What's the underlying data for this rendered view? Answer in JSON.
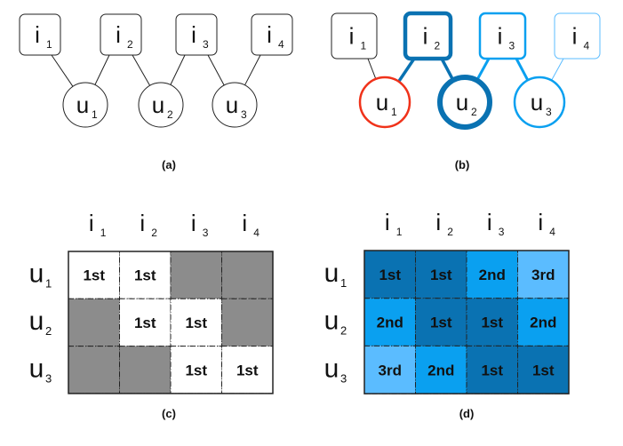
{
  "panel_a": {
    "caption": "(a)",
    "items": [
      {
        "base": "i",
        "sub": "1"
      },
      {
        "base": "i",
        "sub": "2"
      },
      {
        "base": "i",
        "sub": "3"
      },
      {
        "base": "i",
        "sub": "4"
      }
    ],
    "users": [
      {
        "base": "u",
        "sub": "1"
      },
      {
        "base": "u",
        "sub": "2"
      },
      {
        "base": "u",
        "sub": "3"
      }
    ],
    "edges": [
      [
        0,
        0
      ],
      [
        0,
        1
      ],
      [
        1,
        1
      ],
      [
        1,
        2
      ],
      [
        2,
        2
      ],
      [
        2,
        3
      ]
    ]
  },
  "panel_b": {
    "caption": "(b)",
    "items": [
      {
        "base": "i",
        "sub": "1",
        "color": "#222222",
        "level": 0
      },
      {
        "base": "i",
        "sub": "2",
        "color": "#0a72b2",
        "level": 3
      },
      {
        "base": "i",
        "sub": "3",
        "color": "#0aa0f0",
        "level": 2
      },
      {
        "base": "i",
        "sub": "4",
        "color": "#5bbcff",
        "level": 1
      }
    ],
    "users": [
      {
        "base": "u",
        "sub": "1",
        "color": "#f0321a",
        "level": 1.5
      },
      {
        "base": "u",
        "sub": "2",
        "color": "#0a72b2",
        "level": 3
      },
      {
        "base": "u",
        "sub": "3",
        "color": "#0aa0f0",
        "level": 1.5
      }
    ],
    "edges": [
      [
        0,
        0,
        "#222222",
        1
      ],
      [
        0,
        1,
        "#0a72b2",
        3
      ],
      [
        1,
        1,
        "#0a72b2",
        3
      ],
      [
        1,
        2,
        "#0aa0f0",
        1.5
      ],
      [
        2,
        2,
        "#0aa0f0",
        1.5
      ],
      [
        2,
        3,
        "#5bbcff",
        1
      ]
    ]
  },
  "panel_c": {
    "caption": "(c)",
    "cols": [
      {
        "base": "i",
        "sub": "1"
      },
      {
        "base": "i",
        "sub": "2"
      },
      {
        "base": "i",
        "sub": "3"
      },
      {
        "base": "i",
        "sub": "4"
      }
    ],
    "rows": [
      {
        "base": "u",
        "sub": "1"
      },
      {
        "base": "u",
        "sub": "2"
      },
      {
        "base": "u",
        "sub": "3"
      }
    ],
    "cells": [
      [
        "1st",
        "1st",
        "",
        ""
      ],
      [
        "",
        "1st",
        "1st",
        ""
      ],
      [
        "",
        "",
        "1st",
        "1st"
      ]
    ]
  },
  "panel_d": {
    "caption": "(d)",
    "cols": [
      {
        "base": "i",
        "sub": "1"
      },
      {
        "base": "i",
        "sub": "2"
      },
      {
        "base": "i",
        "sub": "3"
      },
      {
        "base": "i",
        "sub": "4"
      }
    ],
    "rows": [
      {
        "base": "u",
        "sub": "1"
      },
      {
        "base": "u",
        "sub": "2"
      },
      {
        "base": "u",
        "sub": "3"
      }
    ],
    "cells": [
      [
        "1st",
        "1st",
        "2nd",
        "3rd"
      ],
      [
        "2nd",
        "1st",
        "1st",
        "2nd"
      ],
      [
        "3rd",
        "2nd",
        "1st",
        "1st"
      ]
    ]
  },
  "colors": {
    "rank1": "#0a72b2",
    "rank2": "#0aa0f0",
    "rank3": "#5bbcff",
    "empty": "#8c8c8c",
    "filled": "#ffffff"
  }
}
